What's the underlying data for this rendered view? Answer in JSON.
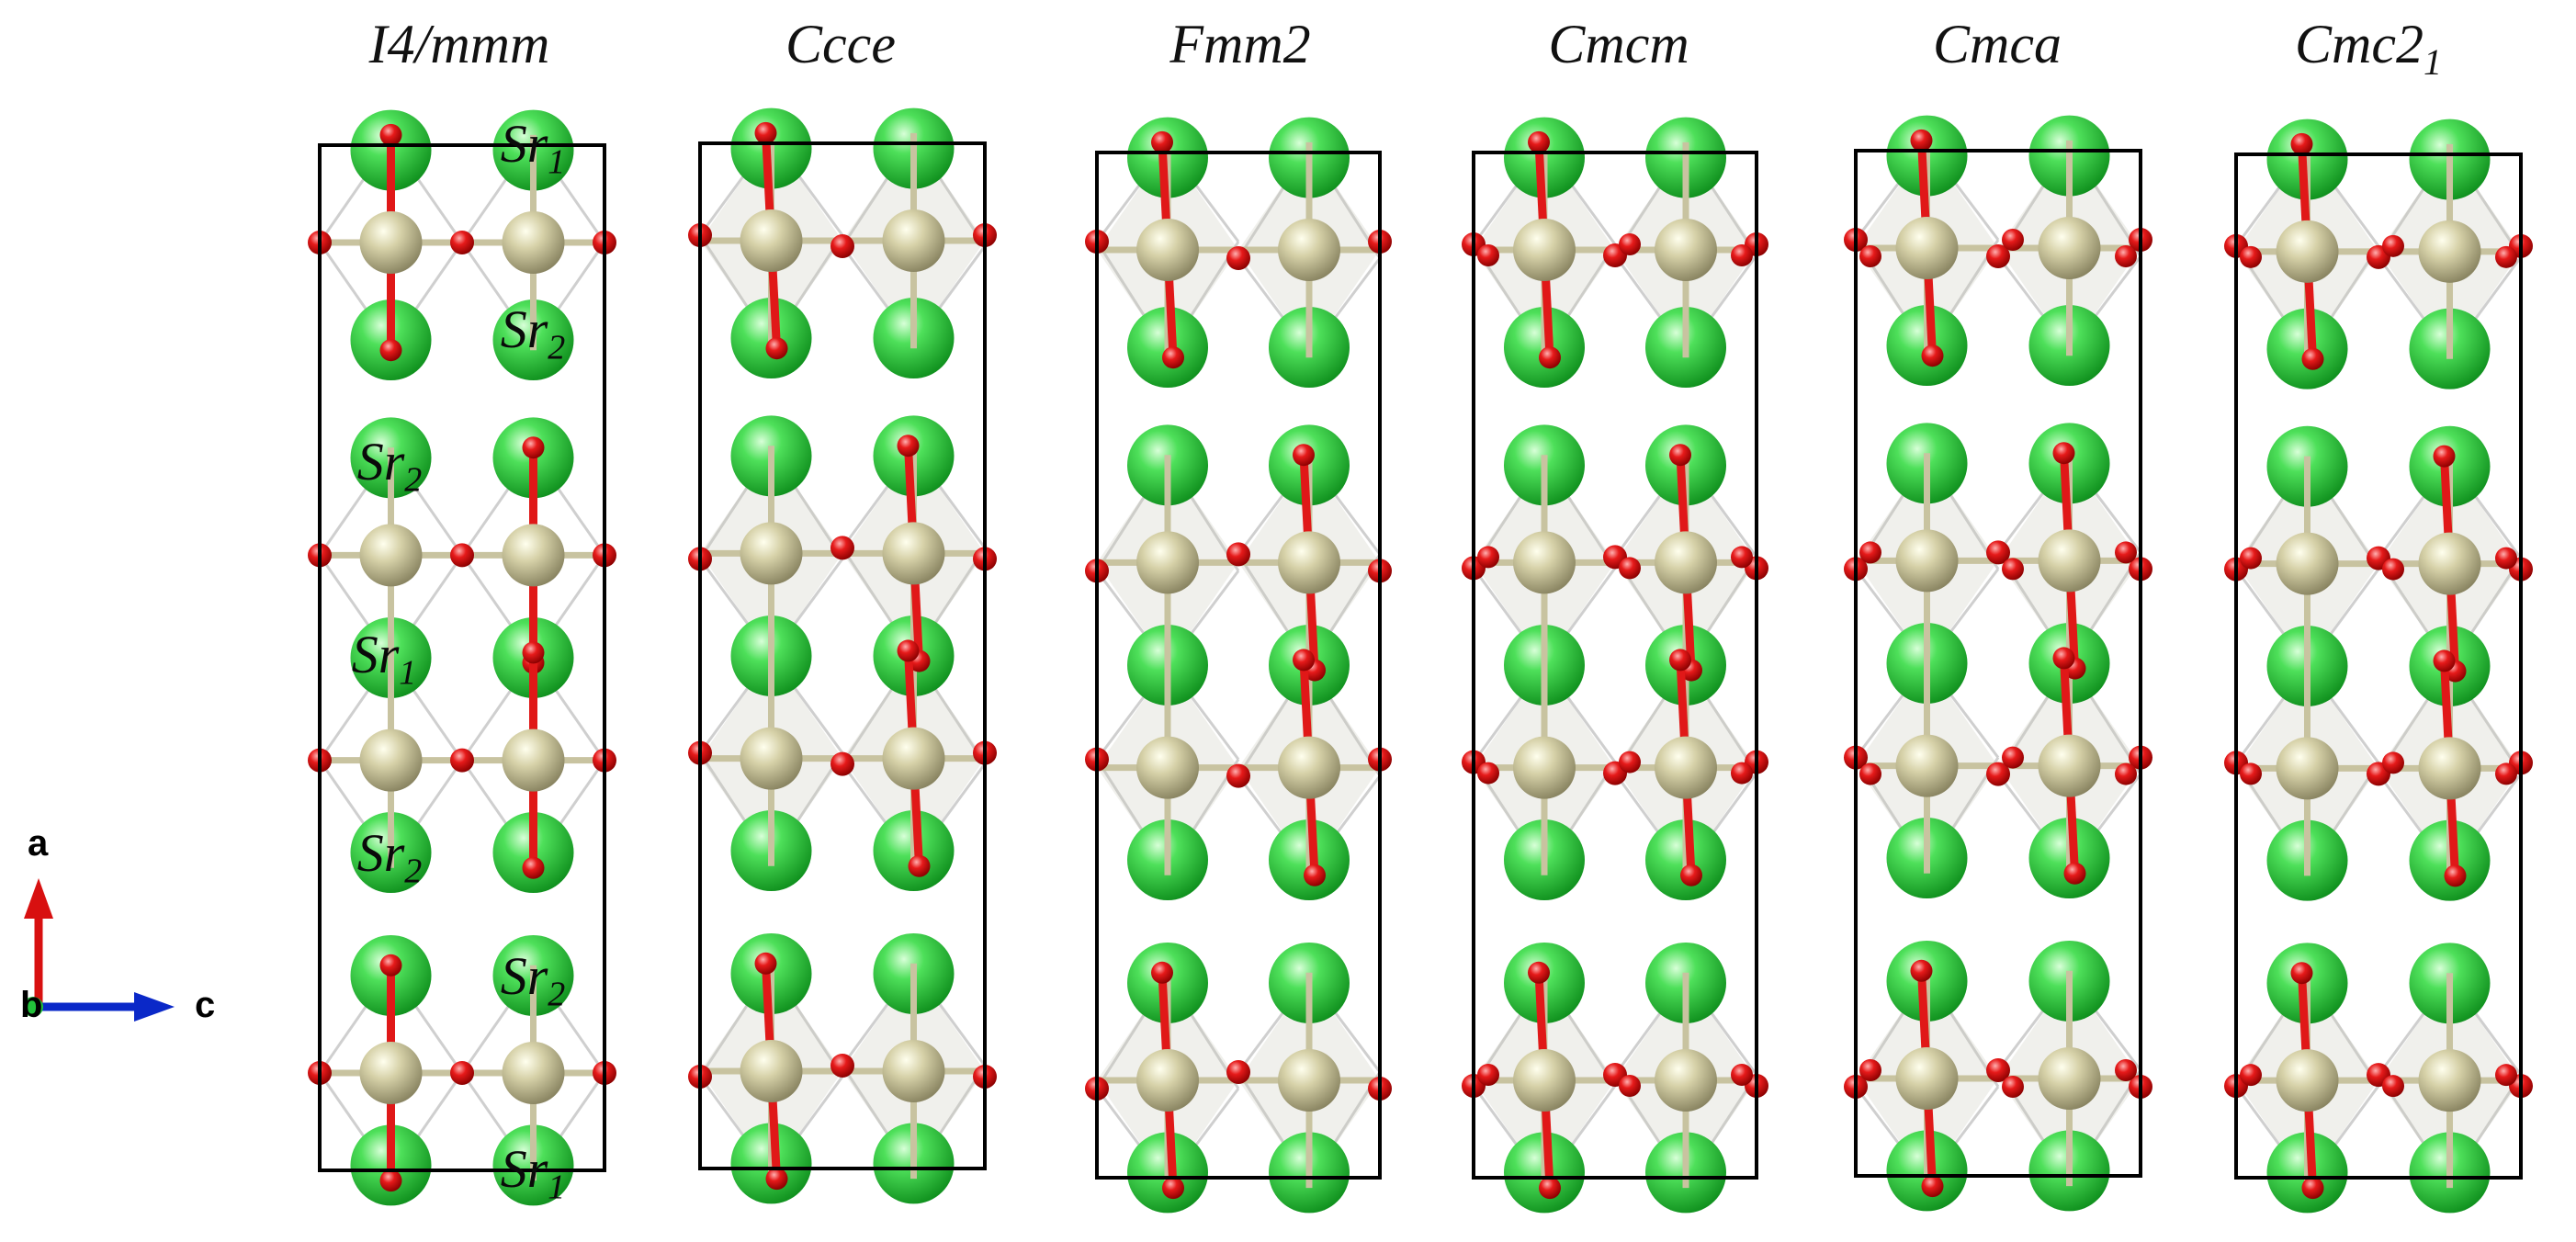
{
  "panels": [
    {
      "label": "I4/mmm"
    },
    {
      "label": "Ccce"
    },
    {
      "label": "Fmm2"
    },
    {
      "label": "Cmcm"
    },
    {
      "label": "Cmca"
    },
    {
      "label": "Cmc2",
      "label_sub": "1"
    }
  ],
  "site_labels": [
    {
      "text": "Sr",
      "sub": "1"
    },
    {
      "text": "Sr",
      "sub": "2"
    },
    {
      "text": "Sr",
      "sub": "2"
    },
    {
      "text": "Sr",
      "sub": "1"
    },
    {
      "text": "Sr",
      "sub": "2"
    },
    {
      "text": "Sr",
      "sub": "2"
    },
    {
      "text": "Sr",
      "sub": "1"
    }
  ],
  "axes": {
    "a": "a",
    "b": "b",
    "c": "c"
  },
  "colors": {
    "sr_atom": "#22c23a",
    "ti_atom": "#c9c49a",
    "o_atom": "#e01010",
    "bond": "#cfcfcf",
    "cell_edge": "#000000",
    "axis_a": "#e01010",
    "axis_b": "#22c23a",
    "axis_c": "#0a28c8"
  }
}
